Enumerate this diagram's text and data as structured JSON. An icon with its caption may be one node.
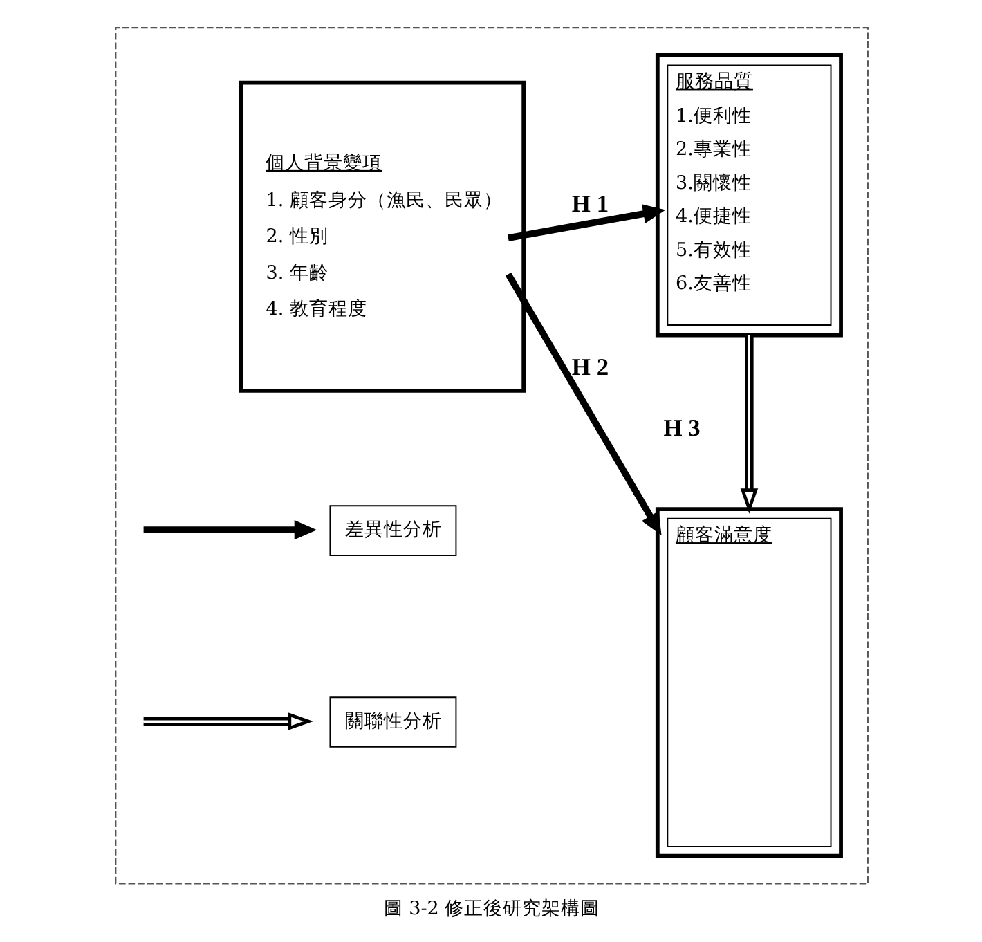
{
  "diagram": {
    "caption": "圖 3-2 修正後研究架構圖",
    "nodes": [
      {
        "text": [],
        "shape": "box"
      },
      {
        "text": [
          "個人背景變項",
          "1. 顧客身分（漁民、民眾）",
          "2. 性別",
          "3. 年齡",
          "4. 教育程度"
        ],
        "in": 0
      },
      {
        "text": [
          "服務品質",
          "1.便利性",
          "2.專業性",
          "3.關懷性",
          "4.便捷性",
          "5.有效性",
          "6.友善性"
        ],
        "in": 0
      },
      {
        "text": [
          "顧客滿意度"
        ],
        "in": 0
      }
    ],
    "edges": [
      {
        "from": 1,
        "to": 2,
        "arrow": "to",
        "label": "H 1"
      },
      {
        "from": 1,
        "to": 3,
        "arrow": "to",
        "label": "H 2"
      },
      {
        "from": 2,
        "to": 3,
        "arrow": "to",
        "label": "H 3"
      }
    ],
    "legend": [
      {
        "text": "差異性分析"
      },
      {
        "text": "關聯性分析"
      }
    ]
  }
}
